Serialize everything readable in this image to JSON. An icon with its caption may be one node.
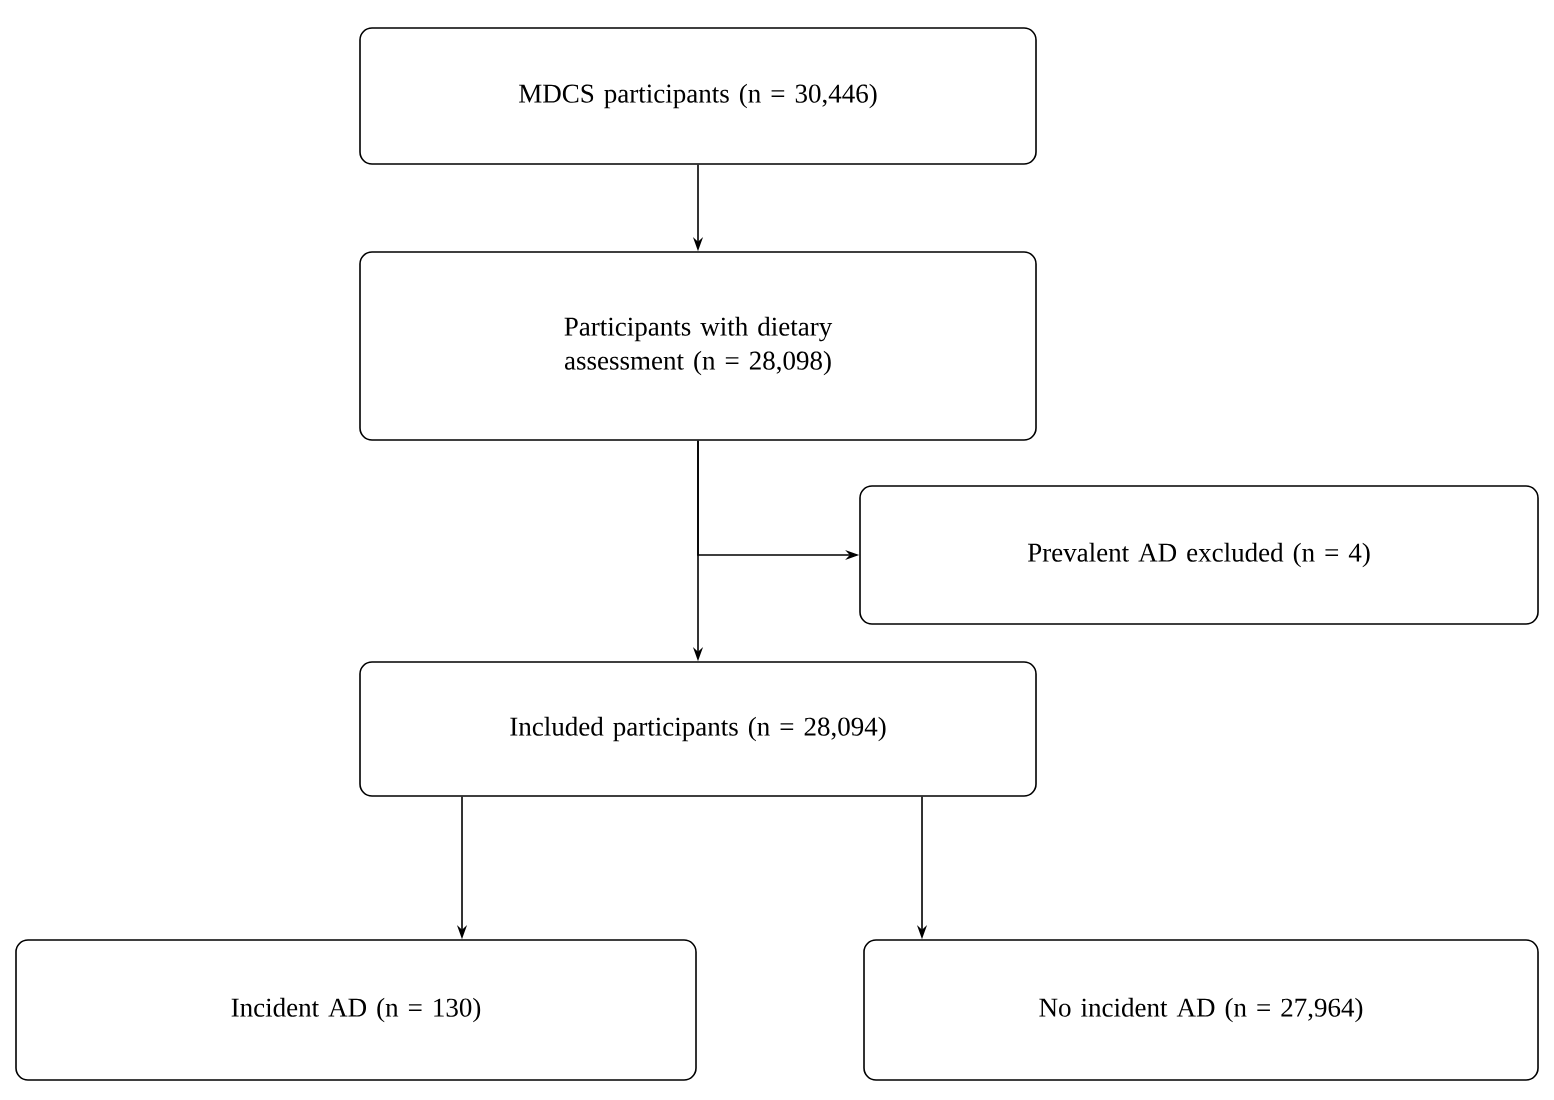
{
  "diagram": {
    "nodes": [
      {
        "text": [
          "MDCS participants (n = 30,446)"
        ]
      },
      {
        "text": [
          "Participants with dietary assessment (n = 28,098)"
        ]
      },
      {
        "text": [
          "Prevalent AD excluded (n = 4)"
        ]
      },
      {
        "text": [
          "Included participants (n = 28,094)"
        ]
      },
      {
        "text": [
          "Incident AD (n = 130)"
        ]
      },
      {
        "text": [
          "No incident AD (n = 27,964)"
        ]
      }
    ],
    "edges": [
      {
        "from": 0,
        "to": 1,
        "arrow": "to"
      },
      {
        "from": 1,
        "to": 2,
        "arrow": "to"
      },
      {
        "from": 1,
        "to": 3,
        "arrow": "to"
      },
      {
        "from": 3,
        "to": 4,
        "arrow": "to"
      },
      {
        "from": 3,
        "to": 5,
        "arrow": "to"
      }
    ]
  }
}
